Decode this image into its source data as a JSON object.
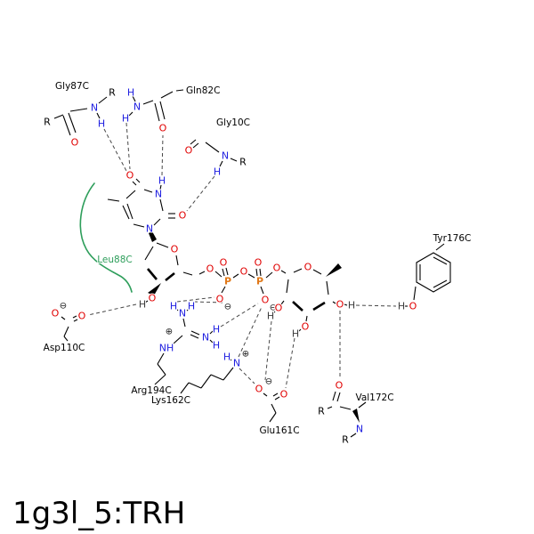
{
  "title": "1g3l_5:TRH",
  "atoms": {
    "O": "O",
    "N": "N",
    "P": "P",
    "H": "H",
    "R": "R",
    "NH": "NH"
  },
  "charges": {
    "plus": "⊕",
    "minus": "⊖"
  },
  "residues": {
    "gly87c": "Gly87C",
    "gln82c": "Gln82C",
    "gly10c": "Gly10C",
    "leu88c": "Leu88C",
    "asp110c": "Asp110C",
    "arg194c": "Arg194C",
    "lys162c": "Lys162C",
    "glu161c": "Glu161C",
    "tyr176c": "Tyr176C",
    "val172c": "Val172C"
  },
  "colors": {
    "oxygen": "#e00000",
    "nitrogen": "#2020e0",
    "phosphorus": "#e07818",
    "hydrogen": "#3d3d3d",
    "carbon": "#000000",
    "hydrophobic": "#2e9e5b",
    "hbond": "#474747",
    "background": "#ffffff",
    "title": "#000000"
  }
}
